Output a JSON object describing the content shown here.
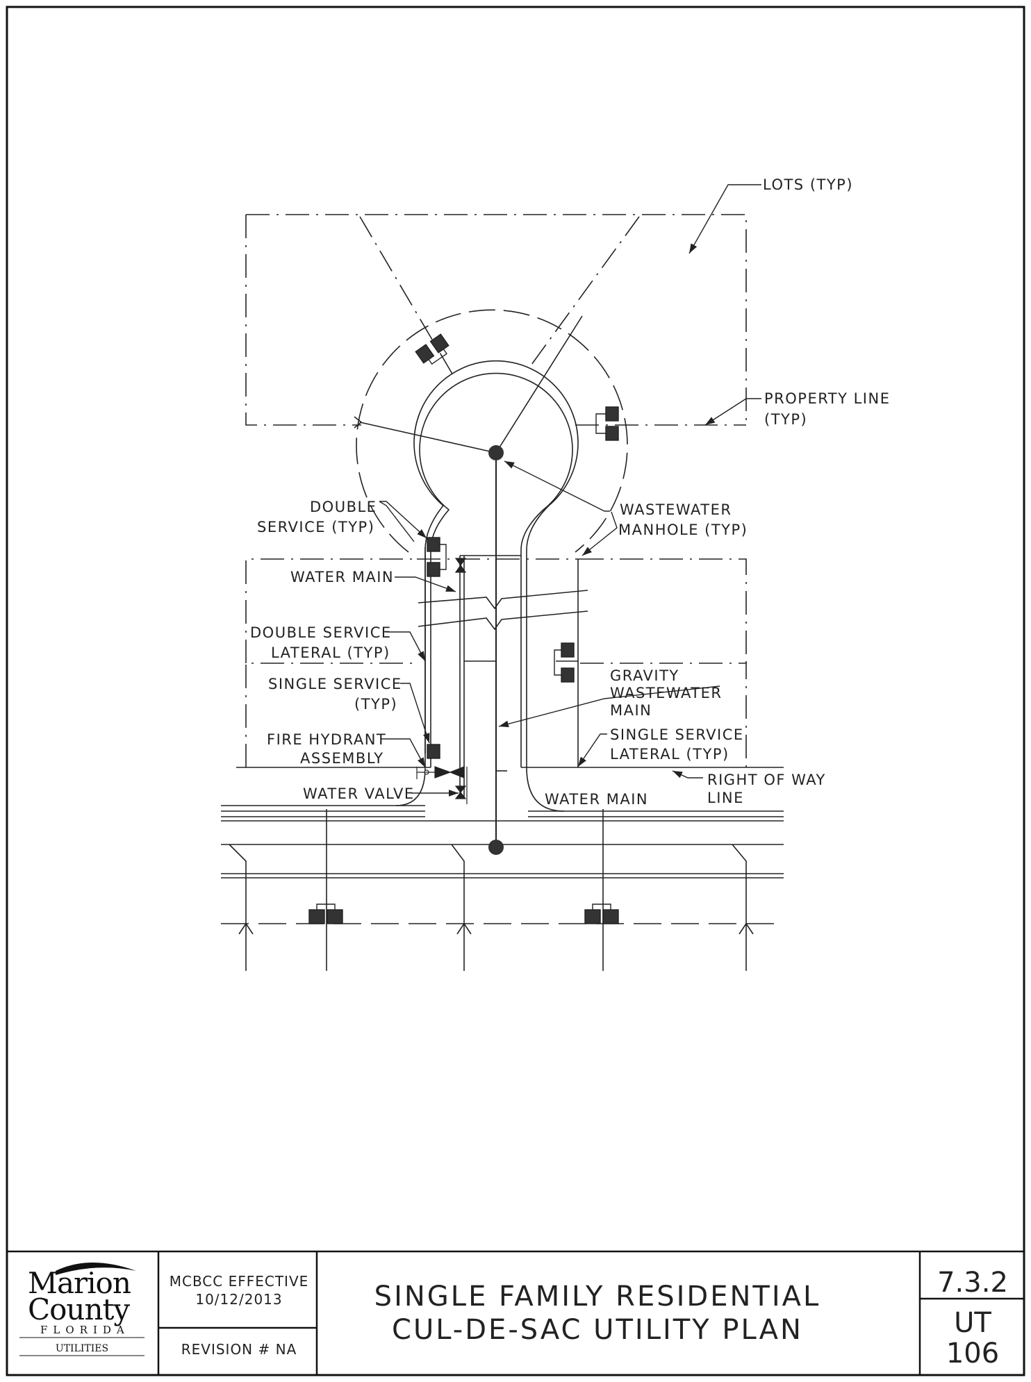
{
  "labels": {
    "lots": "LOTS (TYP)",
    "property_line_1": "PROPERTY LINE",
    "property_line_2": "(TYP)",
    "double_service_1": "DOUBLE",
    "double_service_2": "SERVICE (TYP)",
    "wastewater_manhole_1": "WASTEWATER",
    "wastewater_manhole_2": "MANHOLE (TYP)",
    "water_main_upper": "WATER MAIN",
    "double_service_lateral_1": "DOUBLE SERVICE",
    "double_service_lateral_2": "LATERAL (TYP)",
    "single_service_1": "SINGLE SERVICE",
    "single_service_2": "(TYP)",
    "gravity_main_1": "GRAVITY",
    "gravity_main_2": "WASTEWATER",
    "gravity_main_3": "MAIN",
    "fire_hydrant_1": "FIRE HYDRANT",
    "fire_hydrant_2": "ASSEMBLY",
    "single_service_lateral_1": "SINGLE SERVICE",
    "single_service_lateral_2": "LATERAL (TYP)",
    "right_of_way_1": "RIGHT OF WAY",
    "right_of_way_2": "LINE",
    "water_valve": "WATER VALVE",
    "water_main_lower": "WATER MAIN"
  },
  "title_block": {
    "logo_line1": "Marion",
    "logo_line2": "County",
    "logo_state": "FLORIDA",
    "logo_dept": "UTILITIES",
    "effective_1": "MCBCC EFFECTIVE",
    "effective_2": "10/12/2013",
    "revision": "REVISION # NA",
    "title_1": "SINGLE FAMILY RESIDENTIAL",
    "title_2": "CUL-DE-SAC UTILITY PLAN",
    "section": "7.3.2",
    "code_1": "UT",
    "code_2": "106"
  }
}
